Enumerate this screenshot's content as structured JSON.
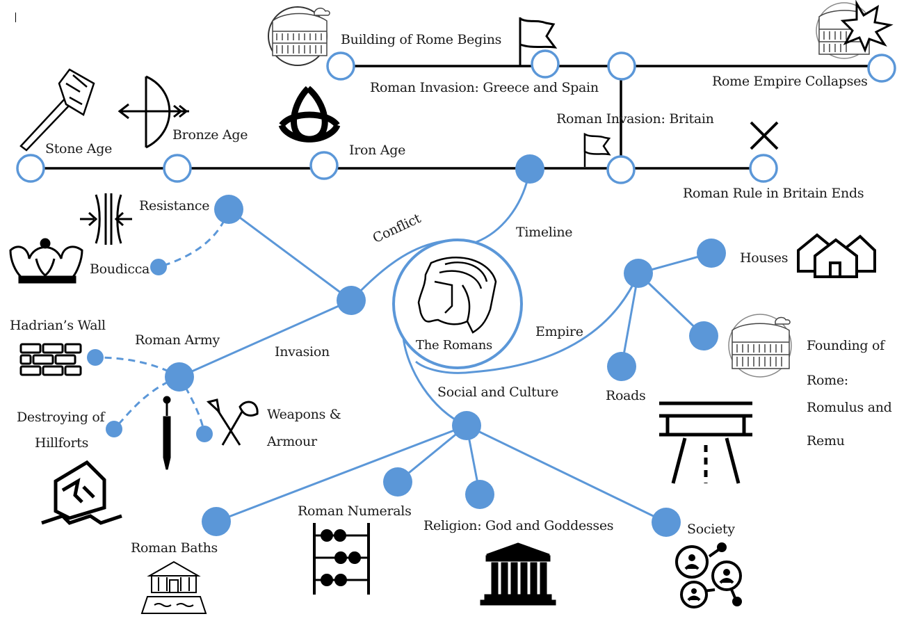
{
  "colors": {
    "accent": "#5b97d8",
    "line": "#000000",
    "bg": "#ffffff"
  },
  "center": {
    "title": "The Romans",
    "icon": "roman-helmet-icon"
  },
  "timeline": {
    "events": [
      {
        "label": "Stone Age",
        "icon": "stone-hammer-icon"
      },
      {
        "label": "Bronze Age",
        "icon": "bow-and-arrow-icon"
      },
      {
        "label": "Iron Age",
        "icon": "triquetra-icon"
      },
      {
        "label": "Roman Invasion: Britain",
        "icon": "flag-icon"
      },
      {
        "label": "Roman Rule in Britain Ends",
        "icon": "x-mark-icon"
      },
      {
        "label": "Building of Rome Begins",
        "icon": "colosseum-icon"
      },
      {
        "label": "Roman Invasion: Greece and Spain",
        "icon": "flag-icon"
      },
      {
        "label": "Rome Empire Collapses",
        "icon": "colosseum-explosion-icon"
      }
    ]
  },
  "branches": {
    "timeline": "Timeline",
    "conflict": "Conflict",
    "invasion": "Invasion",
    "empire": "Empire",
    "social": "Social and Culture"
  },
  "conflict": {
    "resistance": "Resistance",
    "boudicca": "Boudicca",
    "roman_army": "Roman Army",
    "hadrians_wall": "Hadrian’s Wall",
    "hillforts_line1": "Destroying of",
    "hillforts_line2": "Hillforts",
    "weapons_line1": "Weapons &",
    "weapons_line2": "Armour"
  },
  "empire": {
    "houses": "Houses",
    "roads": "Roads",
    "founding_line1": "Founding of",
    "founding_line2": "Rome:",
    "founding_line3": "Romulus and",
    "founding_line4": "Remu"
  },
  "social": {
    "baths": "Roman Baths",
    "numerals": "Roman Numerals",
    "religion": "Religion: God and Goddesses",
    "society": "Society"
  }
}
